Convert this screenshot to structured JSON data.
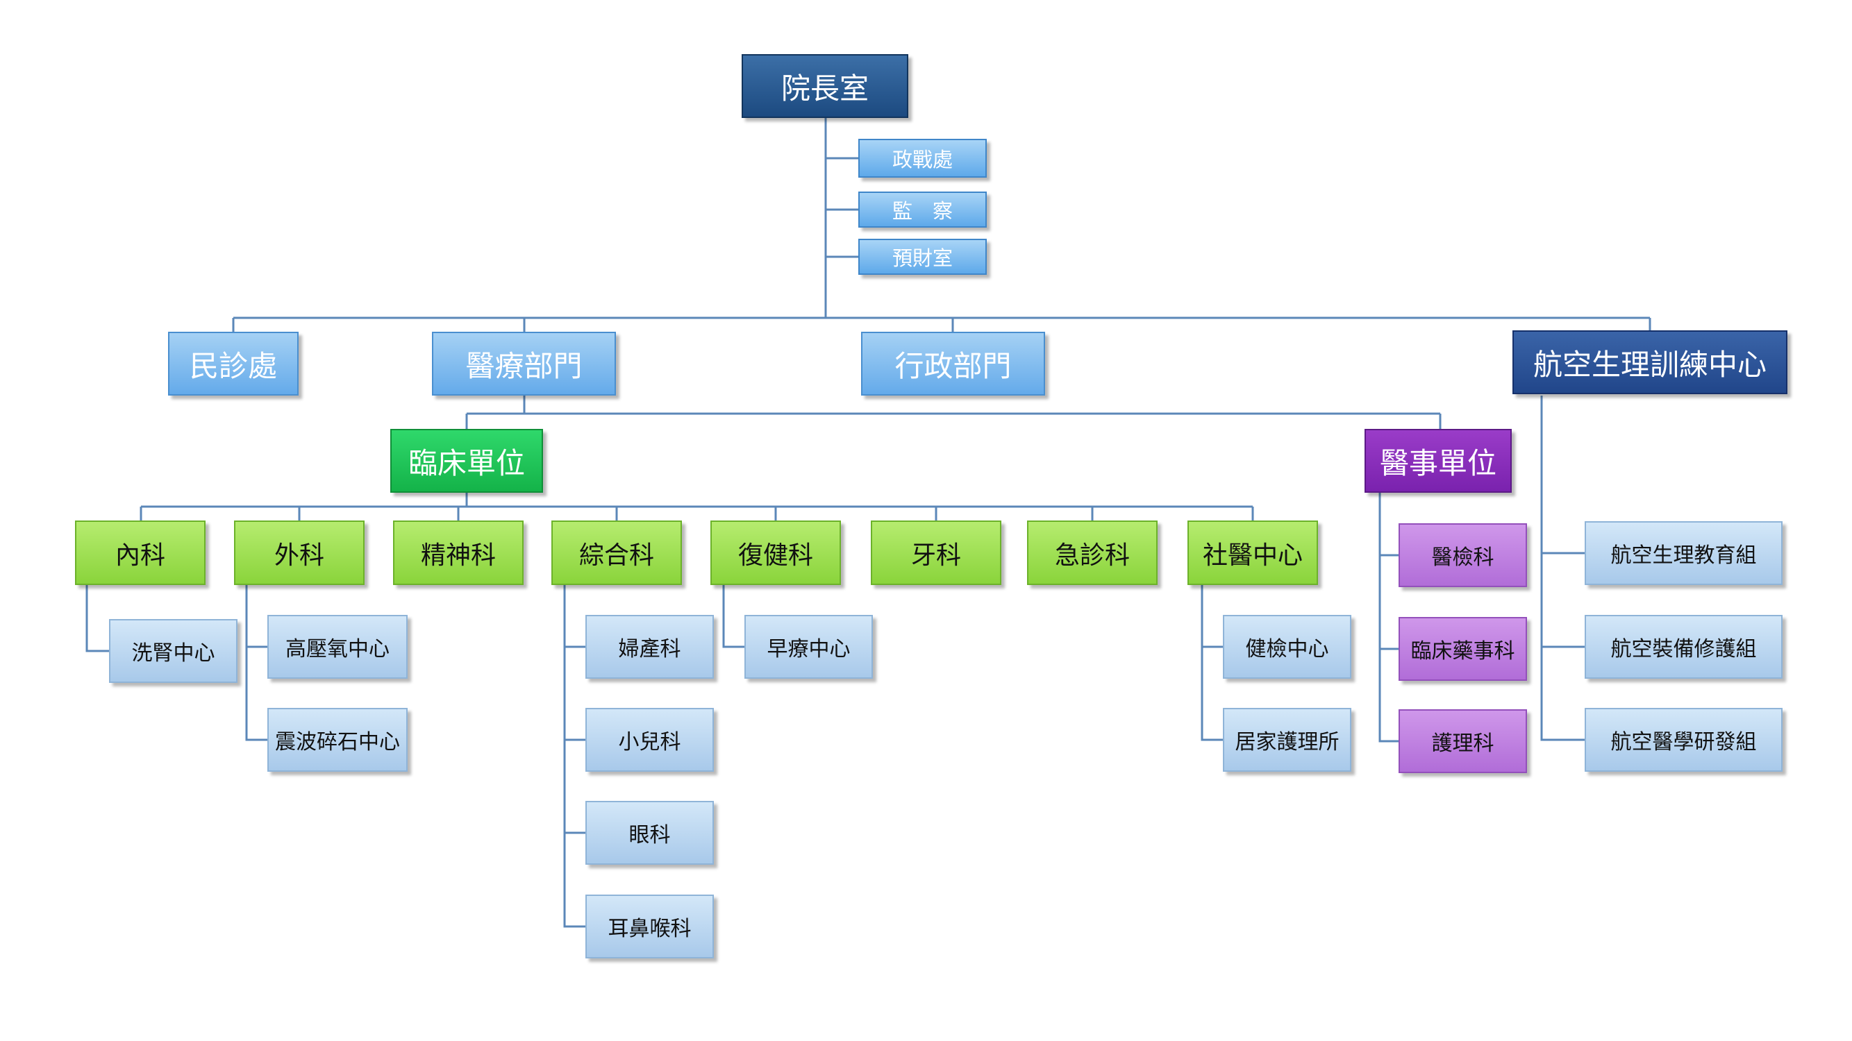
{
  "org": {
    "president": "院長室",
    "political": "政戰處",
    "inspection": "監　察",
    "budget": "預財室",
    "civilian": "民診處",
    "medical_dept": "醫療部門",
    "admin_dept": "行政部門",
    "aviation_center": "航空生理訓練中心",
    "clinical_units": "臨床單位",
    "medical_affairs": "醫事單位",
    "internal_medicine": "內科",
    "surgery": "外科",
    "psychiatry": "精神科",
    "general_medicine": "綜合科",
    "rehabilitation": "復健科",
    "dentistry": "牙科",
    "emergency": "急診科",
    "community_medicine": "社醫中心",
    "dialysis_center": "洗腎中心",
    "hyperbaric_center": "高壓氧中心",
    "lithotripsy_center": "震波碎石中心",
    "obgyn": "婦產科",
    "pediatrics": "小兒科",
    "ophthalmology": "眼科",
    "ent": "耳鼻喉科",
    "early_intervention": "早療中心",
    "health_checkup": "健檢中心",
    "home_nursing": "居家護理所",
    "laboratory": "醫檢科",
    "pharmacy": "臨床藥事科",
    "nursing": "護理科",
    "aviation_education": "航空生理教育組",
    "aviation_equipment": "航空裝備修護組",
    "aviation_research": "航空醫學研發組"
  },
  "colors": {
    "connector": "#5b87b8",
    "navy": "#1c4a80",
    "blue": "#5ea9ea",
    "green": "#14b349",
    "purple": "#7a22ae",
    "lime": "#8ad43b",
    "lavender": "#b16dd8",
    "pale_blue": "#a8c9ea"
  }
}
